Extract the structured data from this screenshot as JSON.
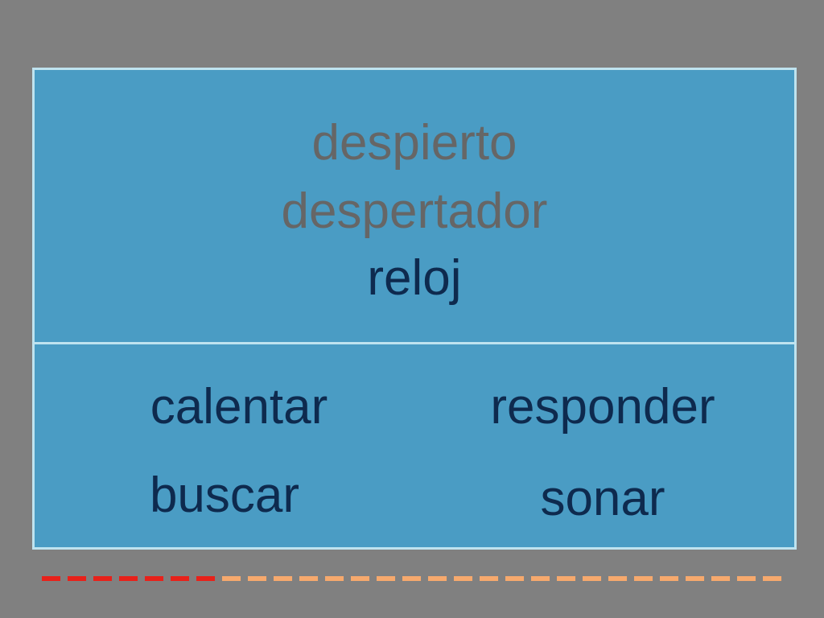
{
  "prompt": {
    "words": [
      {
        "text": "despierto",
        "color": "#666666"
      },
      {
        "text": "despertador",
        "color": "#666666"
      },
      {
        "text": "reloj",
        "color": "#0e2a4e"
      }
    ]
  },
  "options": [
    {
      "text": "calentar",
      "color": "#0e2a4e"
    },
    {
      "text": "responder",
      "color": "#0e2a4e"
    },
    {
      "text": "buscar",
      "color": "#0e2a4e"
    },
    {
      "text": "sonar",
      "color": "#0e2a4e"
    }
  ],
  "progress": {
    "completed_fraction": 0.24,
    "segment_count": 29,
    "completed_color": "#e8211a",
    "remaining_color": "#f6a96d"
  },
  "colors": {
    "background": "#808080",
    "card": "#4a9cc4",
    "border": "#bfe3ef"
  }
}
